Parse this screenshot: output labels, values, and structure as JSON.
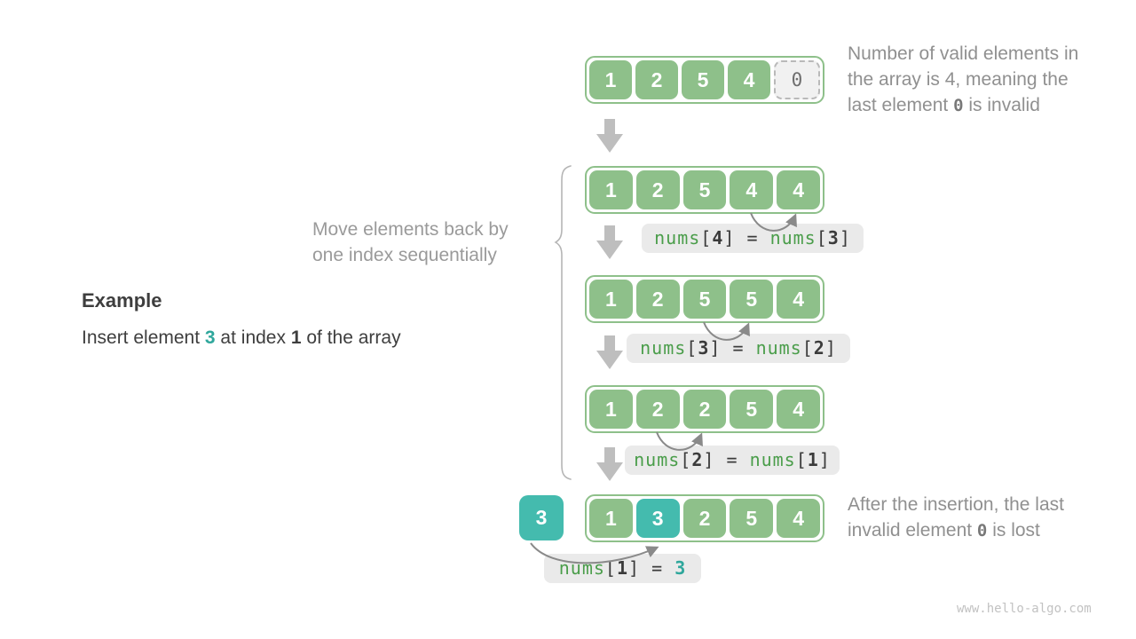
{
  "example": {
    "heading": "Example",
    "sentence": {
      "pre": "Insert element ",
      "value": "3",
      "mid": " at index ",
      "index": "1",
      "post": " of the array"
    }
  },
  "move_note": {
    "line1": "Move elements back by",
    "line2": "one index sequentially"
  },
  "note_top": {
    "line1": "Number of valid elements in",
    "line2": "the array is 4, meaning the",
    "line3_pre": "last element ",
    "line3_code": "0",
    "line3_post": " is invalid"
  },
  "note_bottom": {
    "line1": "After the insertion, the last",
    "line2_pre": "invalid element ",
    "line2_code": "0",
    "line2_post": " is lost"
  },
  "inserted_value": "3",
  "arrays": {
    "row1": [
      "1",
      "2",
      "5",
      "4",
      "0"
    ],
    "row2": [
      "1",
      "2",
      "5",
      "4",
      "4"
    ],
    "row3": [
      "1",
      "2",
      "5",
      "5",
      "4"
    ],
    "row4": [
      "1",
      "2",
      "2",
      "5",
      "4"
    ],
    "row5": [
      "1",
      "3",
      "2",
      "5",
      "4"
    ]
  },
  "labels": {
    "l1": {
      "fn1": "nums",
      "ob1": "[",
      "idx1": "4",
      "cb1": "]",
      "eq": " = ",
      "fn2": "nums",
      "ob2": "[",
      "idx2": "3",
      "cb2": "]"
    },
    "l2": {
      "fn1": "nums",
      "ob1": "[",
      "idx1": "3",
      "cb1": "]",
      "eq": " = ",
      "fn2": "nums",
      "ob2": "[",
      "idx2": "2",
      "cb2": "]"
    },
    "l3": {
      "fn1": "nums",
      "ob1": "[",
      "idx1": "2",
      "cb1": "]",
      "eq": " = ",
      "fn2": "nums",
      "ob2": "[",
      "idx2": "1",
      "cb2": "]"
    },
    "l4": {
      "fn1": "nums",
      "ob1": "[",
      "idx1": "1",
      "cb1": "]",
      "eq": " = ",
      "val": "3"
    }
  },
  "watermark": "www.hello-algo.com",
  "colors": {
    "cell_green": "#8ec08a",
    "cell_teal": "#44bbae",
    "code_green": "#4a9d4a",
    "code_dark": "#3b3b3b",
    "code_teal": "#2fa79c",
    "note_gray": "#909090",
    "arrow_gray": "#bebebe",
    "arc_gray": "#8a8a8a",
    "label_bg": "#eaeaea"
  }
}
